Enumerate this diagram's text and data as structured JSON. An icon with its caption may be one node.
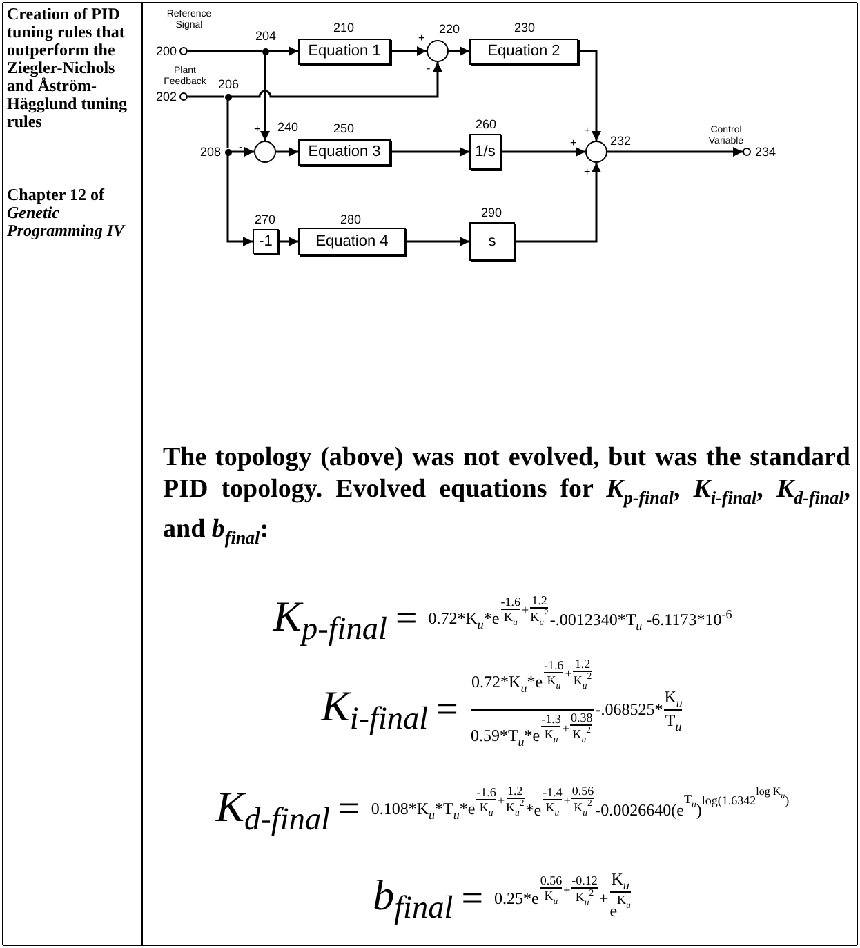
{
  "diagram": {
    "title": "Creation of PID tuning rules that outperform the Ziegler-Nichols and Åström-Hägglund tuning rules",
    "nodes": [
      {
        "text": [],
        "shape": "circle",
        "beside": [
          "Reference Signal",
          "200"
        ]
      },
      {
        "text": [],
        "shape": "circle",
        "beside": [
          "Plant Feedback",
          "202"
        ]
      },
      {
        "text": [],
        "shape": "circle",
        "beside": [
          "204"
        ]
      },
      {
        "text": [],
        "shape": "circle",
        "beside": [
          "206"
        ]
      },
      {
        "text": [],
        "shape": "circle",
        "beside": [
          "208"
        ]
      },
      {
        "text": [
          "Equation 1"
        ],
        "beside": [
          "210"
        ]
      },
      {
        "text": [],
        "shape": "circle",
        "beside": [
          "220",
          "+",
          "-"
        ]
      },
      {
        "text": [
          "Equation 2"
        ],
        "beside": [
          "230"
        ]
      },
      {
        "text": [],
        "shape": "circle",
        "beside": [
          "240",
          "+",
          "-"
        ]
      },
      {
        "text": [
          "Equation 3"
        ],
        "beside": [
          "250"
        ]
      },
      {
        "text": [
          "1/s"
        ],
        "beside": [
          "260"
        ]
      },
      {
        "text": [],
        "shape": "circle",
        "beside": [
          "232",
          "+",
          "+",
          "+"
        ]
      },
      {
        "text": [],
        "shape": "circle",
        "beside": [
          "Control Variable",
          "234"
        ]
      },
      {
        "text": [
          "-1"
        ],
        "beside": [
          "270"
        ]
      },
      {
        "text": [
          "Equation 4"
        ],
        "beside": [
          "280"
        ]
      },
      {
        "text": [
          "s"
        ],
        "beside": [
          "290"
        ]
      }
    ],
    "edges": [
      {
        "from": 0,
        "to": 2,
        "arrow": "none"
      },
      {
        "from": 2,
        "to": 5,
        "arrow": "to"
      },
      {
        "from": 5,
        "to": 6,
        "arrow": "to"
      },
      {
        "from": 6,
        "to": 7,
        "arrow": "to"
      },
      {
        "from": 7,
        "to": 11,
        "arrow": "to"
      },
      {
        "from": 2,
        "to": 8,
        "arrow": "to"
      },
      {
        "from": 1,
        "to": 3,
        "arrow": "none"
      },
      {
        "from": 3,
        "to": 6,
        "arrow": "to"
      },
      {
        "from": 3,
        "to": 4,
        "arrow": "none"
      },
      {
        "from": 4,
        "to": 8,
        "arrow": "to"
      },
      {
        "from": 8,
        "to": 9,
        "arrow": "to"
      },
      {
        "from": 9,
        "to": 10,
        "arrow": "to"
      },
      {
        "from": 10,
        "to": 11,
        "arrow": "to"
      },
      {
        "from": 4,
        "to": 13,
        "arrow": "to"
      },
      {
        "from": 13,
        "to": 14,
        "arrow": "to"
      },
      {
        "from": 14,
        "to": 15,
        "arrow": "to"
      },
      {
        "from": 15,
        "to": 11,
        "arrow": "to"
      },
      {
        "from": 11,
        "to": 12,
        "arrow": "to"
      }
    ],
    "labels": [
      "Chapter 12 of *Genetic Programming IV*",
      "The topology (above) was not evolved, but was the standard PID topology. Evolved equations for *K*$_{p-final}$, *K*$_{i-final}$, *K*$_{d-final}$, and *b*$_{final}$:",
      "K$_{p-final}$",
      "=",
      "0.72*K$_{u}$*e",
      "-1.6",
      "K$_{u}$",
      "+",
      "1.2",
      "K$_{u}$$^{2}$",
      "-.0012340*T$_{u}$ -6.1173*10$^{-6}$",
      "K$_{i-final}$",
      "=",
      "0.72*K$_{u}$*e",
      "-1.6",
      "K$_{u}$",
      "+",
      "1.2",
      "K$_{u}$$^{2}$",
      "0.59*T$_{u}$*e",
      "-1.3",
      "K$_{u}$",
      "+",
      "0.38",
      "K$_{u}$$^{2}$",
      "-.068525*",
      "K$_{u}$",
      "T$_{u}$",
      "K$_{d-final}$",
      "=",
      "0.108*K$_{u}$*T$_{u}$*e",
      "-1.6",
      "K$_{u}$",
      "+",
      "1.2",
      "K$_{u}$$^{2}$",
      "*e",
      "-1.4",
      "K$_{u}$",
      "+",
      "0.56",
      "K$_{u}$$^{2}$",
      "-0.0026640(e",
      "T$_{u}$",
      ")",
      "log(1.6342",
      "log K$_{u}$",
      ")",
      "b$_{final}$",
      "=",
      "0.25*e",
      "0.56",
      "K$_{u}$",
      "+",
      "-0.12",
      "K$_{u}$$^{2}$",
      "+",
      "K$_{u}$",
      "e",
      "K$_{u}$"
    ]
  }
}
